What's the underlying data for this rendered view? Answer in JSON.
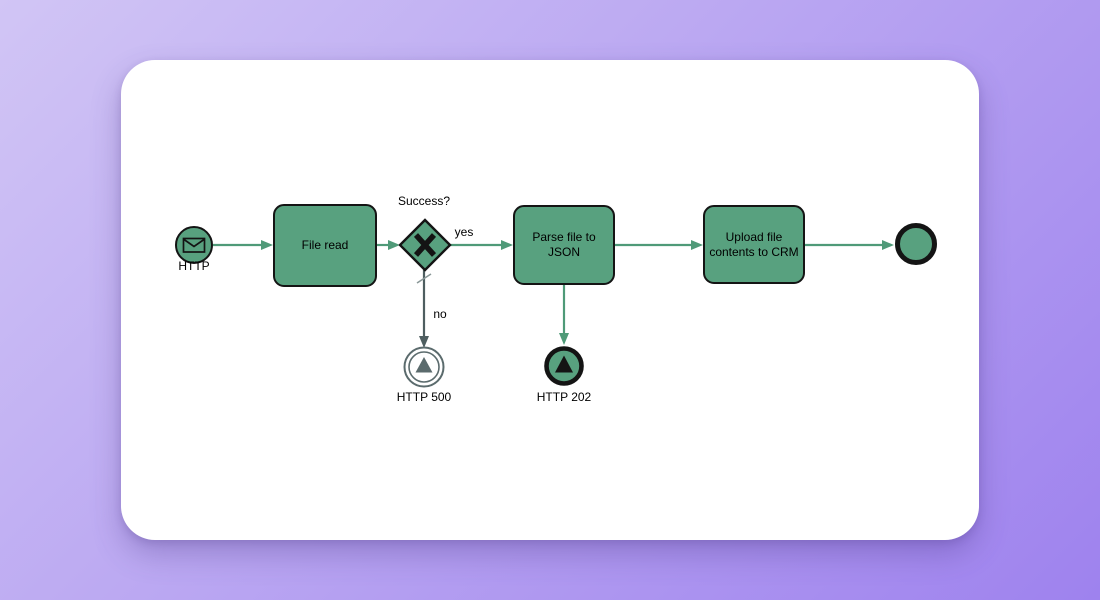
{
  "diagram": {
    "start_event": {
      "label": "HTTP",
      "icon": "envelope-icon"
    },
    "tasks": [
      {
        "label": "File read"
      },
      {
        "label": "Parse file to JSON"
      },
      {
        "label": "Upload file contents to CRM"
      }
    ],
    "gateway": {
      "label": "Success?",
      "icon": "x-marker-icon"
    },
    "flow_labels": {
      "yes": "yes",
      "no": "no"
    },
    "escalation_intermediate_event": {
      "label": "HTTP 500",
      "icon": "escalation-triangle-icon"
    },
    "escalation_end_event": {
      "label": "HTTP 202",
      "icon": "escalation-triangle-icon"
    }
  },
  "colors": {
    "bg_from": "#d1c5f5",
    "bg_to": "#9e82ee",
    "card": "#ffffff",
    "node_fill": "#58a17f",
    "node_border": "#141414",
    "flow_green": "#4f9a78",
    "flow_gray": "#4e5e60",
    "label_text": "#000000"
  }
}
